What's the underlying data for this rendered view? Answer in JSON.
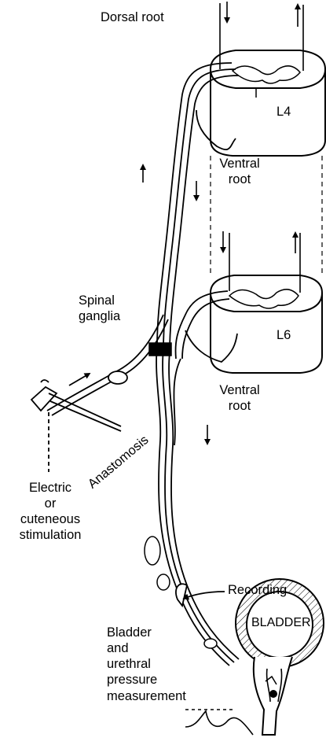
{
  "labels": {
    "dorsal_root": "Dorsal root",
    "l4": "L4",
    "ventral_root_upper_1": "Ventral",
    "ventral_root_upper_2": "root",
    "spinal_ganglia_1": "Spinal",
    "spinal_ganglia_2": "ganglia",
    "l6": "L6",
    "ventral_root_lower_1": "Ventral",
    "ventral_root_lower_2": "root",
    "anastomosis": "Anastomosis",
    "stim_1": "Electric",
    "stim_2": "or",
    "stim_3": "cuteneous",
    "stim_4": "stimulation",
    "recording": "Recording",
    "bladder": "BLADDER",
    "pressure_1": "Bladder",
    "pressure_2": "and",
    "pressure_3": "urethral",
    "pressure_4": "pressure",
    "pressure_5": "measurement"
  },
  "colors": {
    "ink": "#000000",
    "paper": "#ffffff"
  }
}
